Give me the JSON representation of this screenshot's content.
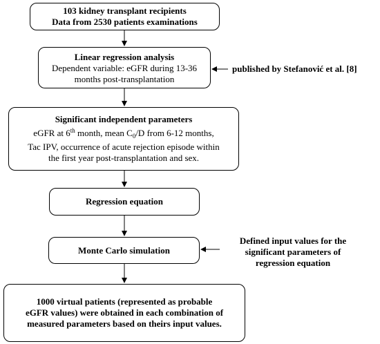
{
  "box1": {
    "line1": "103 kidney transplant recipients",
    "line2": "Data from 2530 patients examinations"
  },
  "box2": {
    "title": "Linear regression analysis",
    "line1": "Dependent variable:  eGFR during 13-36",
    "line2": "months post-transplantation"
  },
  "side_note_published": "published by Stefanović et al. [8]",
  "box3": {
    "title": "Significant independent parameters",
    "line1_a": "eGFR at 6",
    "line1_sup": "th",
    "line1_b": " month, mean C",
    "line1_sub": "0",
    "line1_c": "/D from 6-12 months,",
    "line2": "Tac IPV, occurrence of acute rejection episode within",
    "line3": "the first year post-transplantation and sex."
  },
  "box4": {
    "title": "Regression equation"
  },
  "box5": {
    "title": "Monte Carlo simulation"
  },
  "side_note_input": {
    "line1": "Defined input values for the",
    "line2": "significant parameters of",
    "line3": "regression equation"
  },
  "box6": {
    "line1": "1000 virtual patients (represented as probable",
    "line2": "eGFR values) were obtained in each combination of",
    "line3": "measured parameters based on theirs input values."
  }
}
